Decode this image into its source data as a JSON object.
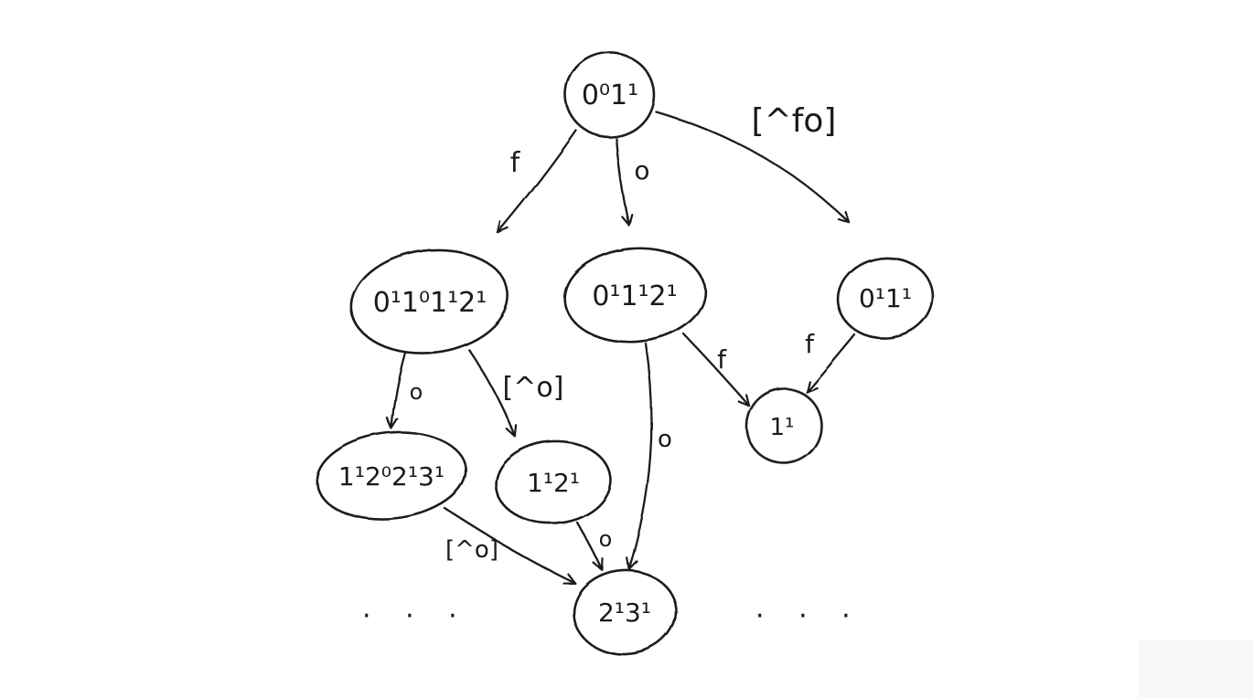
{
  "diagram": {
    "kind": "hand-drawn state-transition diagram",
    "ink_color": "#1a1a1a",
    "background_color": "#ffffff",
    "nodes": [
      {
        "id": "start",
        "label": "0⁰1¹"
      },
      {
        "id": "after-f",
        "label": "0¹1⁰1¹2¹"
      },
      {
        "id": "after-o",
        "label": "0¹1¹2¹"
      },
      {
        "id": "after-other",
        "label": "0¹1¹"
      },
      {
        "id": "after-fo",
        "label": "1¹2⁰2¹3¹"
      },
      {
        "id": "after-f-x",
        "label": "1¹2¹"
      },
      {
        "id": "one",
        "label": "1¹"
      },
      {
        "id": "two-three",
        "label": "2¹3¹"
      }
    ],
    "edges": [
      {
        "from": "start",
        "to": "after-f",
        "label": "f"
      },
      {
        "from": "start",
        "to": "after-o",
        "label": "o"
      },
      {
        "from": "start",
        "to": "after-other",
        "label": "[^fo]"
      },
      {
        "from": "after-f",
        "to": "after-fo",
        "label": "o"
      },
      {
        "from": "after-f",
        "to": "after-f-x",
        "label": "[^o]"
      },
      {
        "from": "after-o",
        "to": "one",
        "label": "f"
      },
      {
        "from": "after-o",
        "to": "two-three",
        "label": "o"
      },
      {
        "from": "after-other",
        "to": "one",
        "label": "f"
      },
      {
        "from": "after-fo",
        "to": "two-three",
        "label": "[^o]"
      },
      {
        "from": "after-f-x",
        "to": "two-three",
        "label": "o"
      }
    ],
    "ellipsis_left": "· · ·",
    "ellipsis_right": "· · ·"
  }
}
